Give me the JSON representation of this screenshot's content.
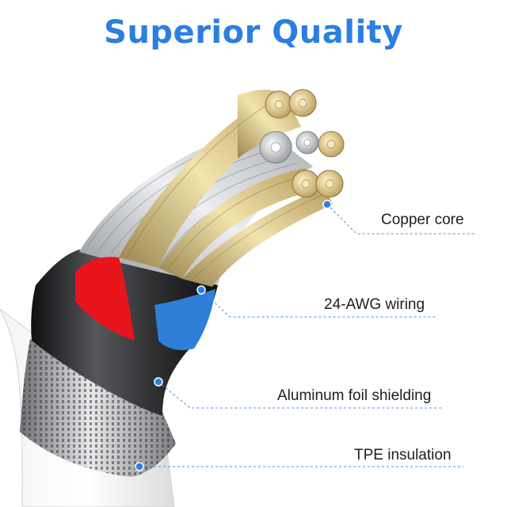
{
  "title": "Superior Quality",
  "colors": {
    "accent": "#2b7fe0",
    "leader_line": "#4a90d9",
    "jacket": "#1c1c1c",
    "copper": "#d8c27a",
    "silver": "#c9ccd0",
    "red_wire": "#e8141c",
    "blue_wire": "#2f7fd8"
  },
  "callouts": [
    {
      "id": "copper-core",
      "label": "Copper core"
    },
    {
      "id": "awg-wiring",
      "label": "24-AWG wiring"
    },
    {
      "id": "foil-shielding",
      "label": "Aluminum foil shielding"
    },
    {
      "id": "tpe-insulation",
      "label": "TPE insulation"
    }
  ]
}
